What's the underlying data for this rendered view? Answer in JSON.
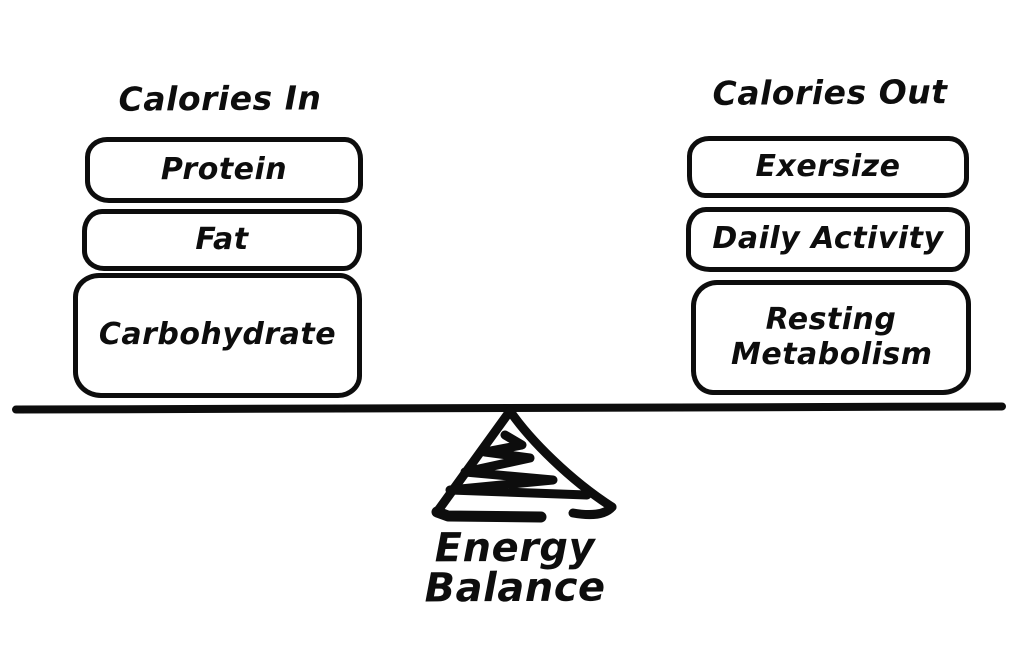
{
  "diagram": {
    "caption": "Energy Balance",
    "colors": {
      "ink": "#0d0d0d",
      "background": "#ffffff"
    },
    "left": {
      "title": "Calories In",
      "boxes": [
        "Protein",
        "Fat",
        "Carbohydrate"
      ]
    },
    "right": {
      "title": "Calories Out",
      "boxes": [
        "Exersize",
        "Daily Activity",
        "Resting Metabolism"
      ]
    }
  }
}
